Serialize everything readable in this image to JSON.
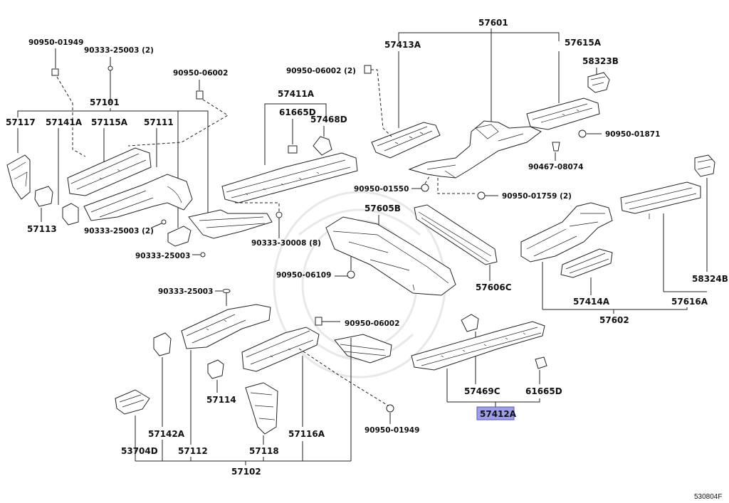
{
  "labels": {
    "p57601": "57601",
    "p57413A": "57413A",
    "p57615A": "57615A",
    "p58323B": "58323B",
    "p90950_01949_top": "90950-01949",
    "p90333_25003_2_top": "90333-25003 (2)",
    "p90950_06002_top": "90950-06002",
    "p90950_06002_2": "90950-06002 (2)",
    "p57101": "57101",
    "p57411A": "57411A",
    "p61665D_top": "61665D",
    "p57468D": "57468D",
    "p57117": "57117",
    "p57141A": "57141A",
    "p57115A": "57115A",
    "p57111": "57111",
    "p90950_01871": "90950-01871",
    "p90467_08074": "90467-08074",
    "p90950_01550": "90950-01550",
    "p90950_01759_2": "90950-01759 (2)",
    "p57113": "57113",
    "p90333_25003_2_mid": "90333-25003 (2)",
    "p57605B": "57605B",
    "p90333_30008_8": "90333-30008 (8)",
    "p90333_25003_mid": "90333-25003",
    "p90950_06109": "90950-06109",
    "p57606C": "57606C",
    "p58324B": "58324B",
    "p57414A": "57414A",
    "p57616A": "57616A",
    "p57602": "57602",
    "p90333_25003_low": "90333-25003",
    "p90950_06002_low": "90950-06002",
    "p57469C": "57469C",
    "p61665D_low": "61665D",
    "p57114": "57114",
    "p57412A": "57412A",
    "p57142A": "57142A",
    "p90950_01949_low": "90950-01949",
    "p53704D": "53704D",
    "p57112": "57112",
    "p57118": "57118",
    "p57116A": "57116A",
    "p57102": "57102",
    "diagram_id": "530804F"
  },
  "highlight": {
    "selected_part": "57412A",
    "color": "#9e9ee8"
  }
}
